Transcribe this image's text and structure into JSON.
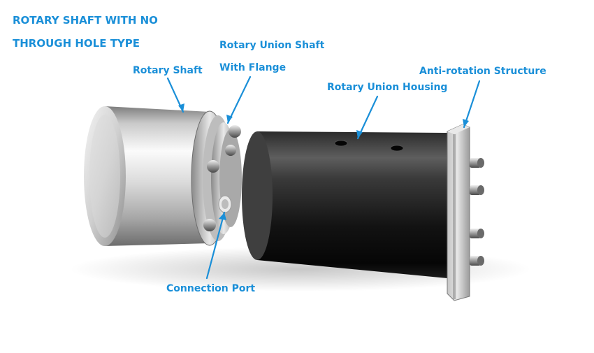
{
  "title": {
    "line1": "ROTARY SHAFT WITH NO",
    "line2": "THROUGH HOLE TYPE"
  },
  "labels": {
    "rotary_shaft": "Rotary Shaft",
    "union_shaft_line1": "Rotary Union Shaft",
    "union_shaft_line2": "With Flange",
    "housing": "Rotary Union Housing",
    "anti_rotation": "Anti-rotation Structure",
    "connection_port": "Connection Port"
  },
  "colors": {
    "label": "#1a8fd8",
    "callout_line": "#1a8fd8"
  }
}
